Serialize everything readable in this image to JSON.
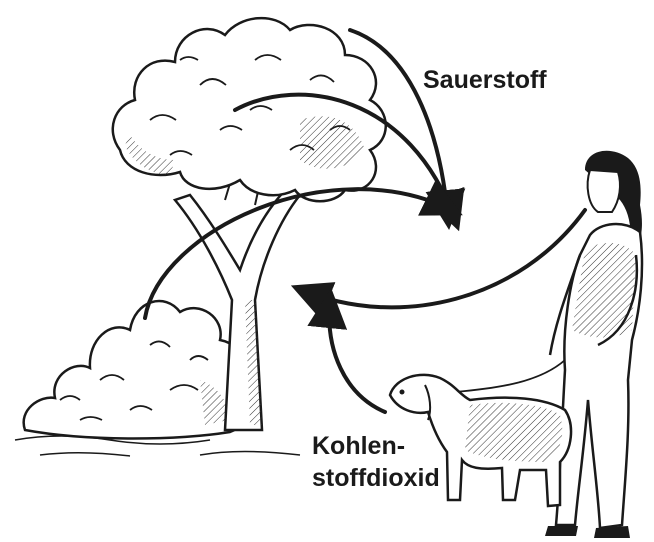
{
  "labels": {
    "oxygen": "Sauerstoff",
    "co2_line1": "Kohlen-",
    "co2_line2": "stoffdioxid"
  },
  "colors": {
    "ink": "#1a1a1a",
    "background": "#ffffff"
  }
}
